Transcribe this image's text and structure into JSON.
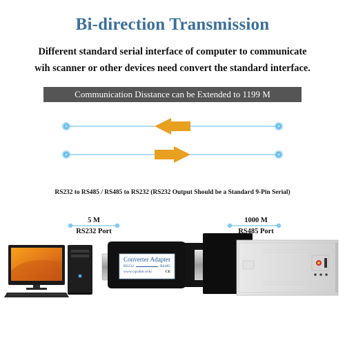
{
  "header": {
    "title": "Bi-direction Transmission",
    "subtitle_line1": "Different standard serial interface of computer to communicate",
    "subtitle_line2": "wih scanner or other devices need convert the standard interface."
  },
  "banner": {
    "text": "Communication Disstance can be Extended to 1199 M"
  },
  "caption": "RS232 to RS485 / RS485 to RS232 (RS232 Output Should be a Standard 9-Pin Serial)",
  "left_link": {
    "distance": "5 M",
    "port": "RS232 Port"
  },
  "right_link": {
    "distance": "1000 M",
    "port": "RS485 Port"
  },
  "adapter": {
    "title": "Converter Adapter",
    "left_port": "RS232",
    "right_port": "RS485",
    "website": "www.cqrobot.wiki",
    "marks": "CE"
  },
  "colors": {
    "title": "#3a6f9a",
    "arrow": "#e8a020",
    "line": "#5bb8e6",
    "banner_bg": "#555555"
  }
}
